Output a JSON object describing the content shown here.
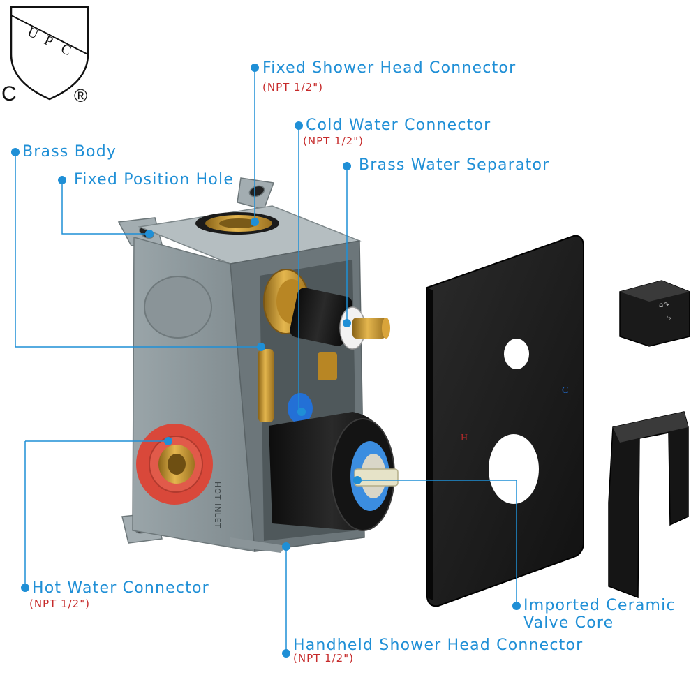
{
  "certification": {
    "shield_text": "UPC",
    "letters": [
      "U",
      "P",
      "C"
    ],
    "left_mark": "C",
    "right_mark": "®"
  },
  "callouts": {
    "fixed_shower_head": {
      "label": "Fixed Shower Head Connector",
      "spec": "(NPT 1/2\")"
    },
    "cold_water": {
      "label": "Cold Water Connector",
      "spec": "(NPT 1/2\")"
    },
    "brass_body": {
      "label": "Brass Body"
    },
    "brass_separator": {
      "label": "Brass Water Separator"
    },
    "fixed_position_hole": {
      "label": "Fixed Position Hole"
    },
    "hot_water": {
      "label": "Hot Water Connector",
      "spec": "(NPT 1/2\")"
    },
    "ceramic_core": {
      "label_line1": "Imported Ceramic",
      "label_line2": "Valve Core"
    },
    "handheld_shower_head": {
      "label": "Handheld Shower Head Connector",
      "spec": "(NPT 1/2\")"
    }
  },
  "product_markings": {
    "hot_inlet": "HOT INLET",
    "plate_hot": "H",
    "plate_cold": "C"
  },
  "colors": {
    "callout_blue": "#1f8fd6",
    "spec_red": "#c62a2a",
    "box_grey": "#8f9a9e",
    "brass": "#c9962e",
    "matte_black": "#161616"
  }
}
